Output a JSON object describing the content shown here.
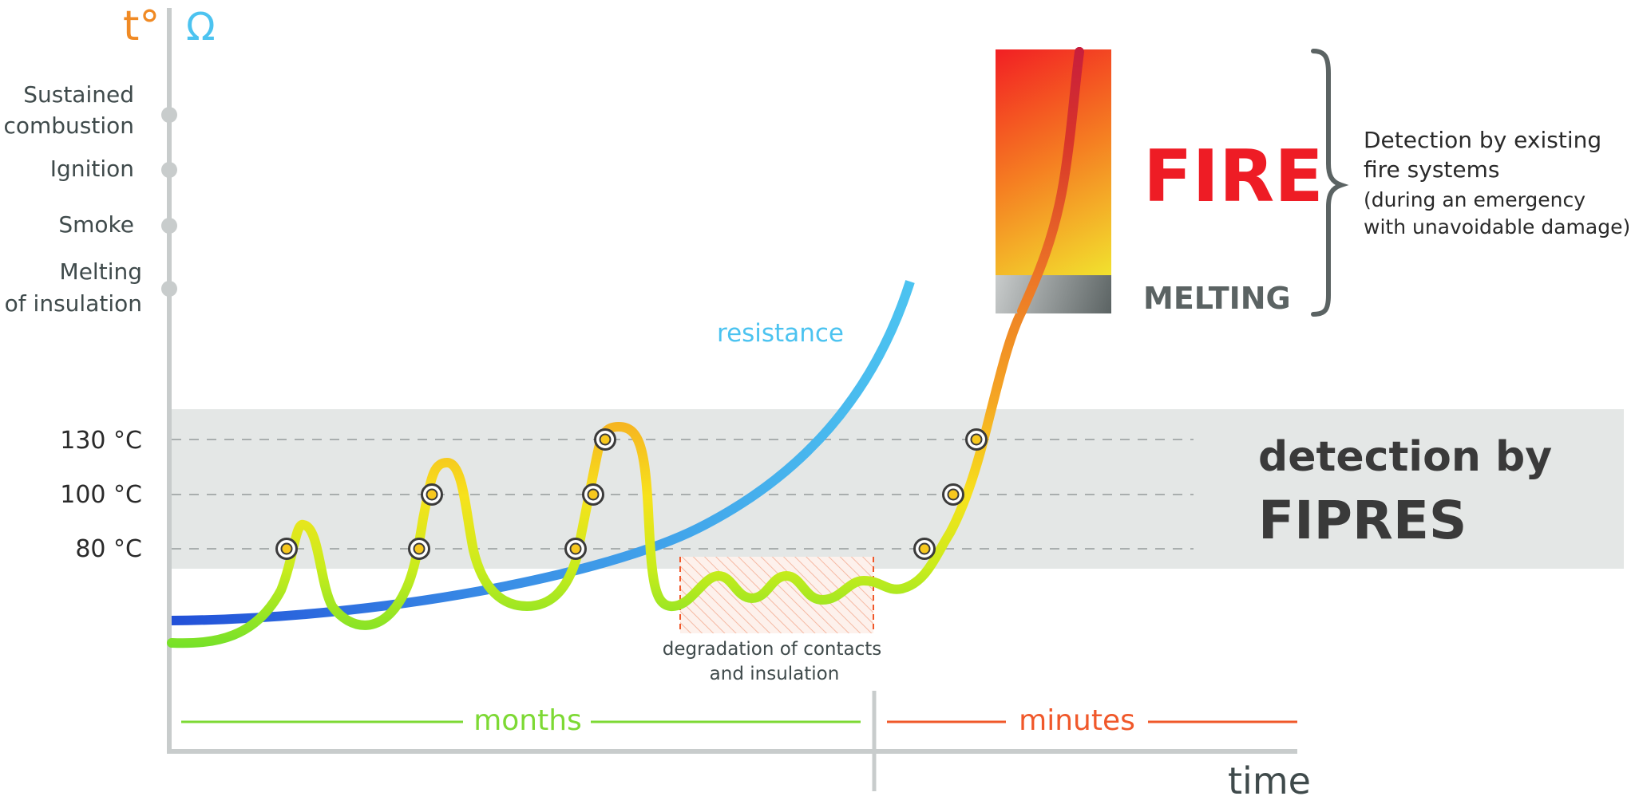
{
  "axes": {
    "y_symbol_temperature": "t°",
    "y_symbol_resistance": "Ω",
    "x_label": "time",
    "y_stage_labels": [
      {
        "id": "sustained",
        "lines": [
          "Sustained",
          "combustion"
        ]
      },
      {
        "id": "ignition",
        "lines": [
          "Ignition"
        ]
      },
      {
        "id": "smoke",
        "lines": [
          "Smoke"
        ]
      },
      {
        "id": "melting",
        "lines": [
          "Melting",
          "of insulation"
        ]
      }
    ],
    "temperature_thresholds": [
      "130 °C",
      "100 °C",
      "80 °C"
    ]
  },
  "curves": {
    "resistance_label": "resistance",
    "degradation_label_lines": [
      "degradation of contacts",
      "and insulation"
    ]
  },
  "timeline": {
    "months_label": "months",
    "minutes_label": "minutes"
  },
  "fire_box": {
    "fire_label": "FIRE",
    "melting_label": "MELTING"
  },
  "existing_detection": {
    "lines": [
      "Detection by existing",
      "fire systems",
      "(during an emergency",
      "with unavoidable damage)"
    ]
  },
  "fipres_band": {
    "line1": "detection by",
    "line2": "FIPRES"
  },
  "colors": {
    "temperature_symbol": "#f08a24",
    "resistance": "#4cc3f0",
    "axis": "#c8cccc",
    "band": "#e4e7e6",
    "fire_red": "#ee1c25",
    "months_green": "#7dd934",
    "minutes_orange": "#f0582a",
    "dark_grey_text": "#3f4a4b",
    "marker_yellow": "#f7c81e"
  }
}
